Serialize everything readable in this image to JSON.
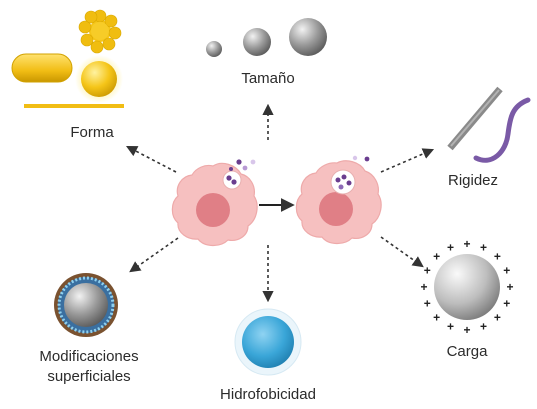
{
  "labels": {
    "forma": "Forma",
    "tamano": "Tamaño",
    "rigidez": "Rigidez",
    "carga": "Carga",
    "hidrofobicidad": "Hidrofobicidad",
    "modificaciones_line1": "Modificaciones",
    "modificaciones_line2": "superficiales"
  },
  "charge_symbol": "+",
  "colors": {
    "cell_fill": "#f6c0c0",
    "cell_stroke": "#eeaaaa",
    "nucleus": "#e07f86",
    "gold": "#f5c518",
    "gold_dark": "#d9a800",
    "gray_sphere": "#8f8f8f",
    "rod": "#8a8a8a",
    "polymer": "#7a5aa6",
    "hydrophobic_blue": "#3aa6d8",
    "arrow": "#333333",
    "particle_purple": "#6a3d8f"
  }
}
